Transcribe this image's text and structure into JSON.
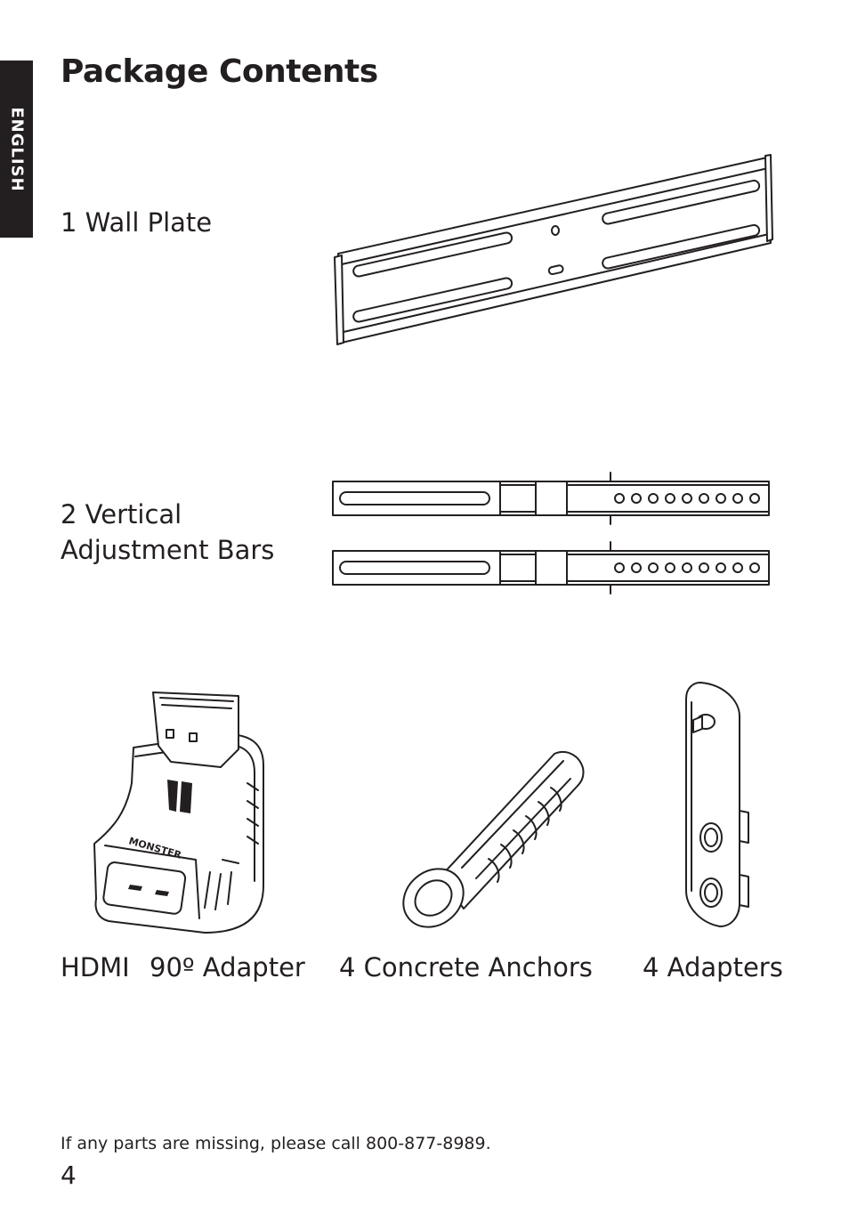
{
  "sidebar": {
    "language_tab": "ENGLISH"
  },
  "page": {
    "title": "Package Contents",
    "page_number": "4"
  },
  "items": {
    "wall_plate": "1 Wall Plate",
    "bars_line1": "2 Vertical",
    "bars_line2": "Adjustment Bars",
    "hdmi_a": "HDMI",
    "hdmi_b": "90º Adapter",
    "anchors": "4 Concrete Anchors",
    "adapters": "4 Adapters"
  },
  "brand": {
    "logo_text": "MONSTER"
  },
  "footer": {
    "note": "If any parts are missing, please call 800-877-8989."
  }
}
